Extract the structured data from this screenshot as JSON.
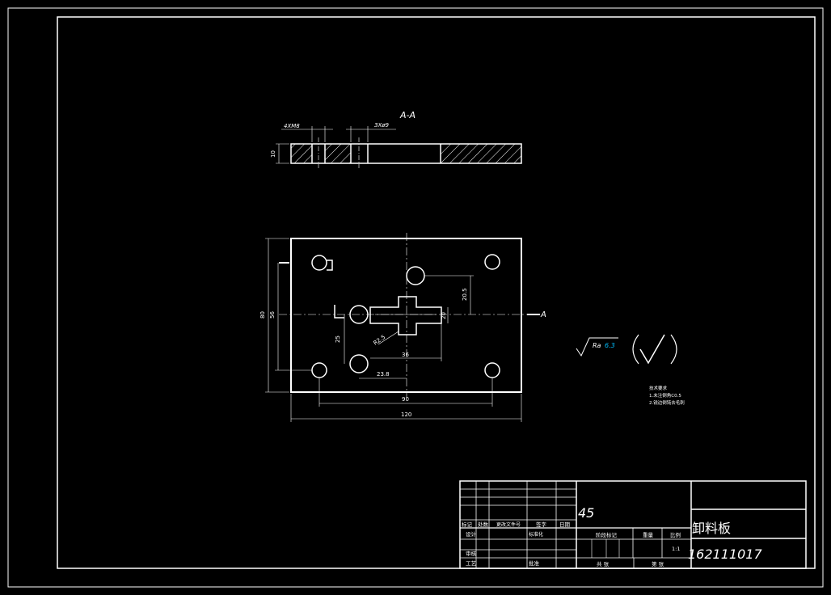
{
  "colors": {
    "background": "#000000",
    "line": "#ffffff",
    "accent": "#00bfff",
    "centerline": "#ffffff"
  },
  "section": {
    "title": "A-A",
    "dim_holes_a": "4XM8",
    "dim_holes_b": "3Xø9",
    "dim_thickness": "10"
  },
  "plan": {
    "section_marker": "A",
    "dim_height_outer": "80",
    "dim_height_inner": "56",
    "dim_20_5": "20.5",
    "dim_20": "20",
    "dim_25": "25",
    "dim_R2": "R2.5",
    "dim_36": "36",
    "dim_23_8": "23.8",
    "dim_90": "90",
    "dim_120": "120"
  },
  "roughness": {
    "symbol_label": "Ra",
    "value": "6.3"
  },
  "notes": {
    "title": "技术要求",
    "line1": "1.未注倒角C0.5",
    "line2": "2.锐边倒钝去毛刺"
  },
  "title_block": {
    "material": "45",
    "part_name": "卸料板",
    "drawing_no": "162111017",
    "row_labels": {
      "mark": "标记",
      "count": "处数",
      "zone": "更改文件号",
      "sign": "签字",
      "date": "日期",
      "design": "设计",
      "std": "标准化",
      "check": "审核",
      "process": "工艺",
      "approve": "批准"
    },
    "stage_label": "阶段标记",
    "weight_label": "重量",
    "scale_label": "比例",
    "scale_value": "1:1",
    "sheets_label": "共  张",
    "sheet_label": "第  张"
  }
}
